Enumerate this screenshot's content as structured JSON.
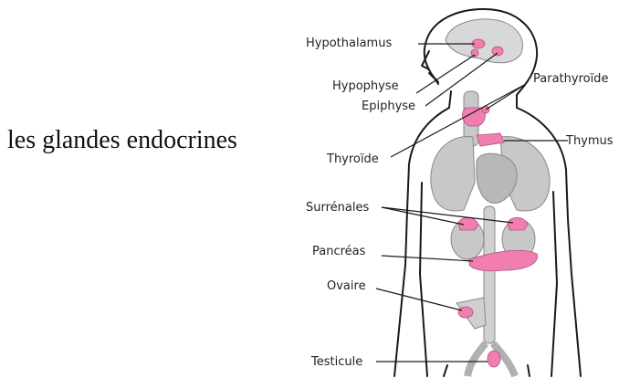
{
  "title": "les glandes endocrines",
  "colors": {
    "gland": "#f07fb0",
    "organ": "#c8c8c8",
    "outline": "#1a1a1a"
  },
  "labels": {
    "hypothalamus": "Hypothalamus",
    "hypophyse": "Hypophyse",
    "epiphyse": "Epiphyse",
    "parathyroide": "Parathyroïde",
    "thyroide": "Thyroïde",
    "thymus": "Thymus",
    "surrenales": "Surrénales",
    "pancreas": "Pancréas",
    "ovaire": "Ovaire",
    "testicule": "Testicule"
  }
}
